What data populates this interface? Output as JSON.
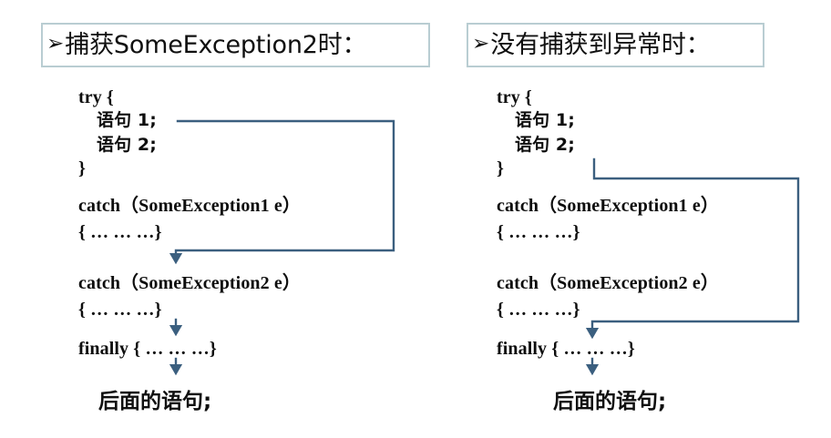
{
  "slide": {
    "background": "#ffffff",
    "connector_color": "#3b5f7f",
    "box_border_color": "#b9cdd2",
    "text_color": "#101010"
  },
  "panels": [
    {
      "id": "left",
      "header": {
        "bullet": "➢",
        "text": "捕获SomeException2时："
      },
      "code": [
        "try {",
        "语句 1;",
        "语句 2;",
        "}",
        "catch（SomeException1 e）",
        "{ … … …}",
        "catch（SomeException2 e）",
        "{ … … …}",
        "finally { … … …}"
      ],
      "tail": "后面的语句;"
    },
    {
      "id": "right",
      "header": {
        "bullet": "➢",
        "text": "没有捕获到异常时："
      },
      "code": [
        "try {",
        "语句 1;",
        "语句 2;",
        "}",
        "catch（SomeException1 e）",
        "{ … … …}",
        "catch（SomeException2 e）",
        "{ … … …}",
        "finally { … … …}"
      ],
      "tail": "后面的语句;"
    }
  ],
  "flow": {
    "left_description": "语句 1 → catch ( SomeException2 e )",
    "right_description": "try 块结束 → finally"
  }
}
